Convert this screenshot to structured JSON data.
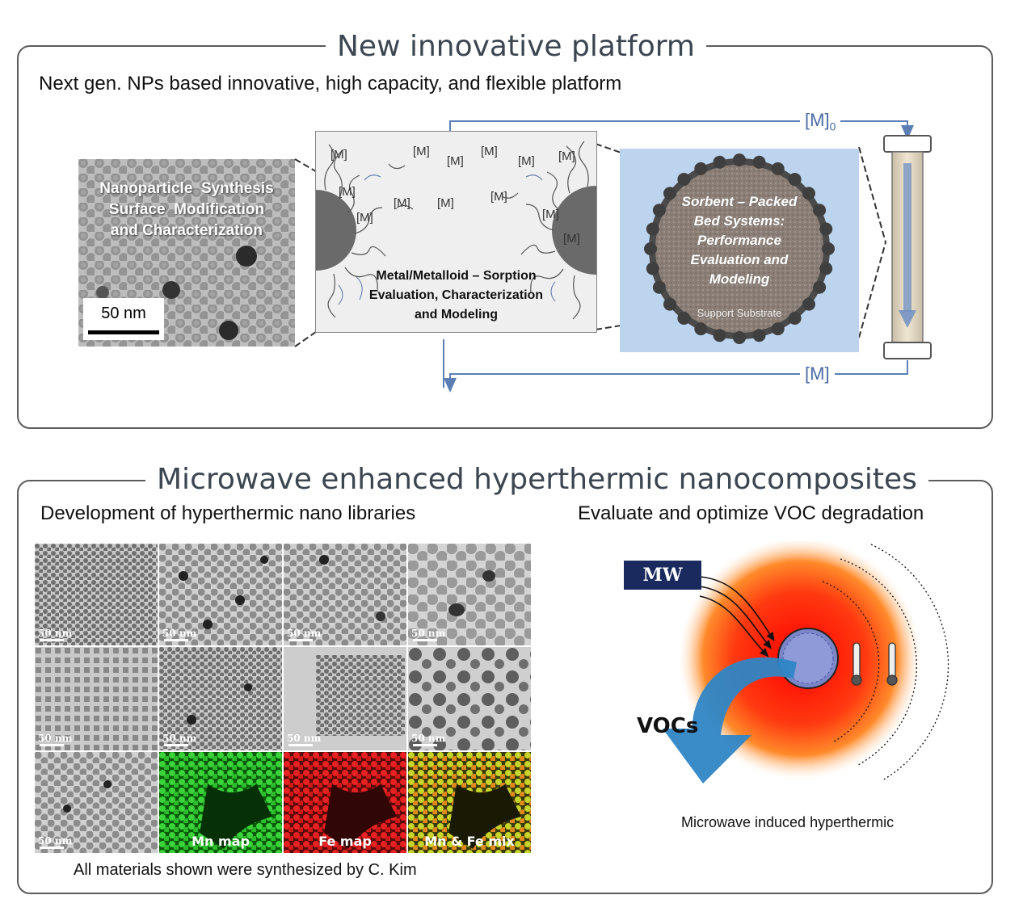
{
  "panel1": {
    "title": "New innovative platform",
    "subtitle": "Next gen. NPs based innovative, high capacity, and flexible platform",
    "tem_text_1": "Nanoparticle  Synthesis",
    "tem_text_2": "Surface  Modification",
    "tem_text_3": "and Characterization",
    "scale_bar": "50 nm",
    "metal_label": "[M]",
    "sorption_1": "Metal/Metalloid – Sorption",
    "sorption_2": "Evaluation, Characterization",
    "sorption_3": "and Modeling",
    "sorbent_1": "Sorbent – Packed",
    "sorbent_2": "Bed Systems:",
    "sorbent_3": "Performance",
    "sorbent_4": "Evaluation and",
    "sorbent_5": "Modeling",
    "support_substrate": "Support Substrate",
    "flow_in_label": "[M]",
    "flow_in_sub": "0",
    "flow_out_label": "[M]"
  },
  "panel2": {
    "title": "Microwave enhanced hyperthermic nanocomposites",
    "left_heading": "Development of hyperthermic nano libraries",
    "right_heading": "Evaluate and optimize VOC degradation",
    "tem_scale": "50 nm",
    "maps": [
      "Mn map",
      "Fe map",
      "Mn & Fe mix"
    ],
    "caption": "All materials shown were synthesized by C. Kim",
    "mw_label": "MW",
    "vocs_label": "VOCs",
    "diagram_caption": "Microwave induced hyperthermic"
  },
  "colors": {
    "frame": "#5b5b5b",
    "title_text": "#3c4650",
    "flow_line": "#5b7fb5",
    "mw_box": "#1b2a5e",
    "voc_arrow": "#2f86c6",
    "fe_map": "#d21414",
    "mn_map": "#1eaa1e"
  },
  "icons": [
    "thermometer-icon",
    "thermometer-icon",
    "down-arrow-icon",
    "curved-arrow-icon"
  ]
}
